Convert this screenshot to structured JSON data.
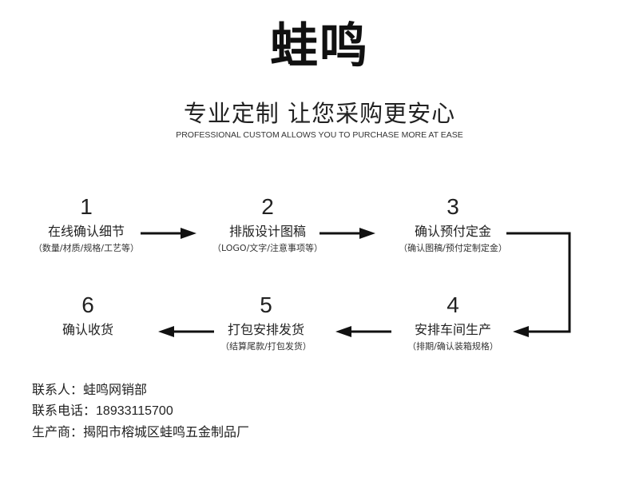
{
  "brand": {
    "logo": "蛙鸣"
  },
  "tagline": {
    "zh": "专业定制 让您采购更安心",
    "en": "PROFESSIONAL CUSTOM ALLOWS YOU TO PURCHASE MORE AT EASE"
  },
  "steps": [
    {
      "number": "1",
      "title": "在线确认细节",
      "subtitle": "（数量/材质/规格/工艺等）"
    },
    {
      "number": "2",
      "title": "排版设计图稿",
      "subtitle": "（LOGO/文字/注意事项等）"
    },
    {
      "number": "3",
      "title": "确认预付定金",
      "subtitle": "（确认图稿/预付定制定金）"
    },
    {
      "number": "4",
      "title": "安排车间生产",
      "subtitle": "（排期/确认装箱规格）"
    },
    {
      "number": "5",
      "title": "打包安排发货",
      "subtitle": "（结算尾款/打包发货）"
    },
    {
      "number": "6",
      "title": "确认收货",
      "subtitle": ""
    }
  ],
  "contact": {
    "person_label": "联系人：",
    "person_value": "蛙鸣网销部",
    "phone_label": "联系电话：",
    "phone_value": "18933115700",
    "maker_label": "生产商：",
    "maker_value": "揭阳市榕城区蛙鸣五金制品厂"
  }
}
